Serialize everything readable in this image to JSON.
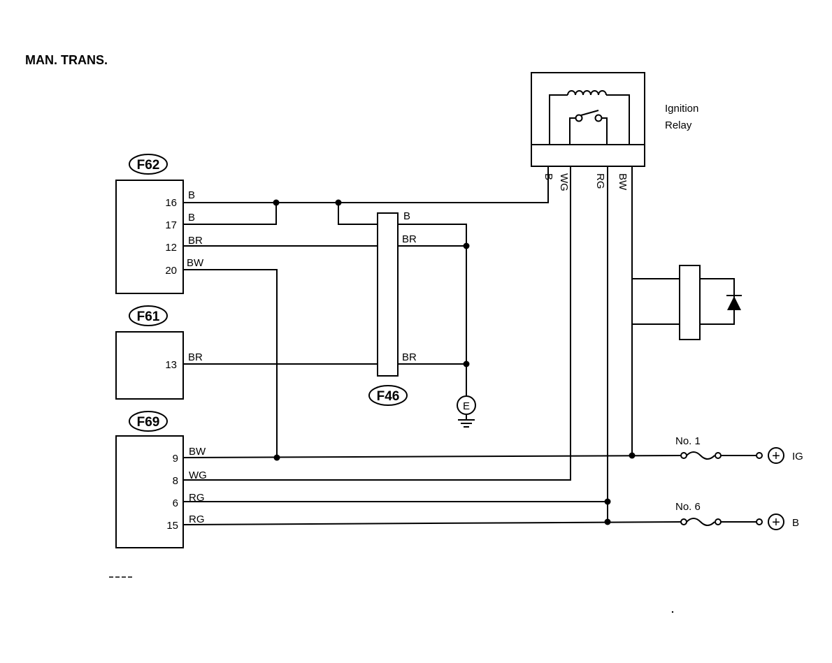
{
  "title": "MAN. TRANS.",
  "relay": {
    "label_line1": "Ignition",
    "label_line2": "Relay",
    "pins": [
      "B",
      "WG",
      "RG",
      "BW"
    ]
  },
  "connectors": {
    "f62": {
      "id": "F62",
      "pins": [
        {
          "num": "16",
          "wire": "B"
        },
        {
          "num": "17",
          "wire": "B"
        },
        {
          "num": "12",
          "wire": "BR"
        },
        {
          "num": "20",
          "wire": "BW"
        }
      ]
    },
    "f61": {
      "id": "F61",
      "pins": [
        {
          "num": "13",
          "wire": "BR"
        }
      ]
    },
    "f69": {
      "id": "F69",
      "pins": [
        {
          "num": "9",
          "wire": "BW"
        },
        {
          "num": "8",
          "wire": "WG"
        },
        {
          "num": "6",
          "wire": "RG"
        },
        {
          "num": "15",
          "wire": "RG"
        }
      ]
    },
    "f46": {
      "id": "F46",
      "wires": [
        "B",
        "BR",
        "BR"
      ]
    }
  },
  "ground": {
    "symbol": "E"
  },
  "fuses": [
    {
      "label": "No. 1",
      "terminal": "IG"
    },
    {
      "label": "No. 6",
      "terminal": "B"
    }
  ],
  "plus_symbol": "+"
}
